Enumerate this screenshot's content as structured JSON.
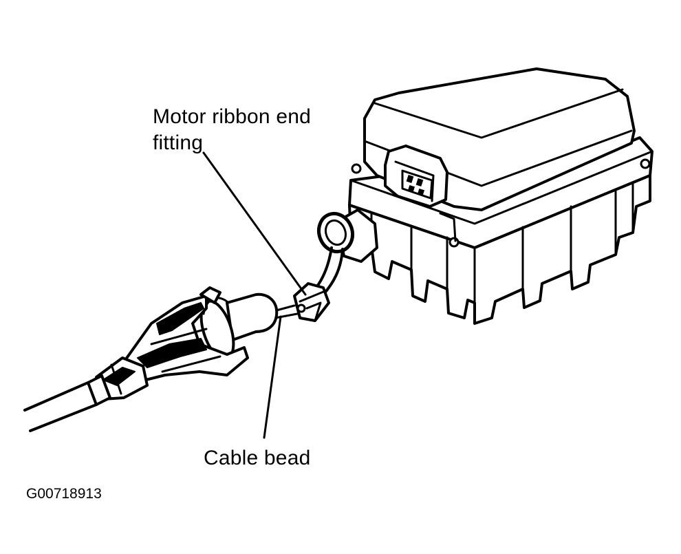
{
  "diagram": {
    "callouts": {
      "motor_ribbon_end_fitting": [
        "Motor ribbon end",
        "fitting"
      ],
      "cable_bead": "Cable bead"
    },
    "figure_id": "G00718913"
  }
}
